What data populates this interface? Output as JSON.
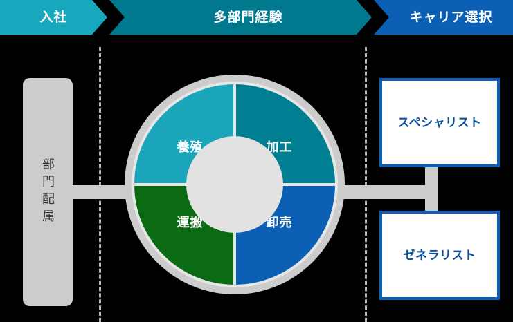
{
  "banner": {
    "stages": [
      {
        "label": "入社",
        "color": "#18a8bd"
      },
      {
        "label": "多部門経験",
        "color": "#00798e"
      },
      {
        "label": "キャリア選択",
        "color": "#0b5fb5"
      }
    ]
  },
  "left_stage": {
    "label": "部門配属",
    "color": "#cccccc",
    "text_color": "#333333"
  },
  "rotation": {
    "hub_color": "#e2e2e2",
    "ring_color": "#cccccc",
    "departments": [
      {
        "label": "養殖",
        "color": "#1aa5ba",
        "position": "top-left"
      },
      {
        "label": "加工",
        "color": "#007e92",
        "position": "top-right"
      },
      {
        "label": "運搬",
        "color": "#0a6b13",
        "position": "bottom-left"
      },
      {
        "label": "卸売",
        "color": "#0b5fb5",
        "position": "bottom-right"
      }
    ]
  },
  "outcomes": {
    "border_color": "#0b5fb5",
    "text_color": "#0b4f9e",
    "items": [
      {
        "label": "スペシャリスト"
      },
      {
        "label": "ゼネラリスト"
      }
    ]
  },
  "connectors": {
    "color": "#cccccc"
  },
  "dividers": {
    "color": "#b4b4b4",
    "style": "dashed"
  }
}
